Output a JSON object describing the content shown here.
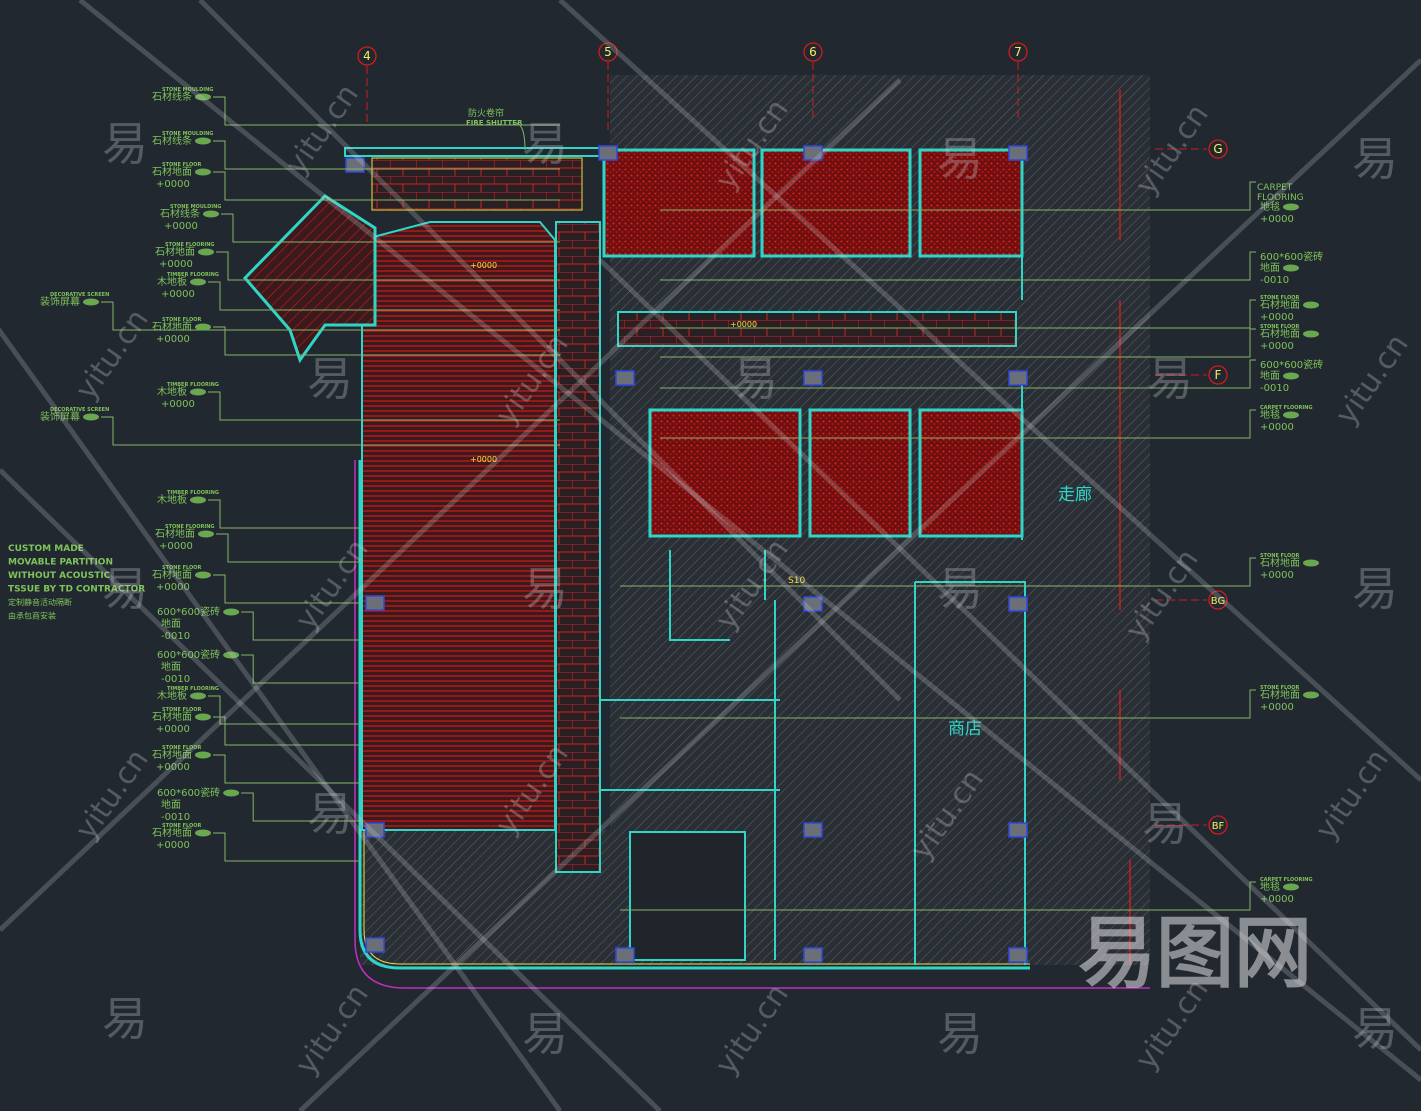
{
  "drawing": {
    "grid_bubbles": [
      "4",
      "5",
      "6",
      "7",
      "G",
      "F",
      "BG",
      "BF"
    ],
    "rooms": {
      "corridor": "走廊",
      "shop": "商店",
      "s10": "S10",
      "hall_elevation": "+0000",
      "upper_elevation": "+0000",
      "corridor_elevation": "+0000"
    },
    "fire_shutter": {
      "cn": "防火卷帘",
      "en": "FIRE SHUTTER"
    },
    "note": [
      "CUSTOM MADE",
      "MOVABLE PARTITION",
      "WITHOUT ACOUSTIC",
      "TSSUE BY TD CONTRACTOR",
      "定制静音活动隔断",
      "由承包商安装"
    ],
    "left_annotations": [
      {
        "code": "STONE MOULDING",
        "name": "石材线条",
        "elev": ""
      },
      {
        "code": "STONE MOULDING",
        "name": "石材线条",
        "elev": ""
      },
      {
        "code": "STONE FLOOR",
        "name": "石材地面",
        "elev": "+0000"
      },
      {
        "code": "STONE MOULDING",
        "name": "石材线条",
        "elev": "+0000"
      },
      {
        "code": "STONE FLOORING",
        "name": "石材地面",
        "elev": "+0000"
      },
      {
        "code": "TIMBER FLOORING",
        "name": "木地板",
        "elev": "+0000"
      },
      {
        "code": "DECORATIVE SCREEN",
        "name": "装饰屏幕",
        "elev": ""
      },
      {
        "code": "STONE FLOOR",
        "name": "石材地面",
        "elev": "+0000"
      },
      {
        "code": "TIMBER FLOORING",
        "name": "木地板",
        "elev": "+0000"
      },
      {
        "code": "DECORATIVE SCREEN",
        "name": "装饰屏幕",
        "elev": ""
      },
      {
        "code": "TIMBER FLOORING",
        "name": "木地板",
        "elev": ""
      },
      {
        "code": "STONE FLOORING",
        "name": "石材地面",
        "elev": "+0000"
      },
      {
        "code": "STONE FLOOR",
        "name": "石材地面",
        "elev": "+0000"
      },
      {
        "code": "",
        "name": "600*600瓷砖 地面",
        "elev": "-0010"
      },
      {
        "code": "",
        "name": "600*600瓷砖 地面",
        "elev": "-0010"
      },
      {
        "code": "TIMBER FLOORING",
        "name": "木地板",
        "elev": ""
      },
      {
        "code": "STONE FLOOR",
        "name": "石材地面",
        "elev": "+0000"
      },
      {
        "code": "STONE FLOOR",
        "name": "石材地面",
        "elev": "+0000"
      },
      {
        "code": "",
        "name": "600*600瓷砖 地面",
        "elev": "-0010"
      },
      {
        "code": "STONE FLOOR",
        "name": "石材地面",
        "elev": "+0000"
      }
    ],
    "right_annotations": [
      {
        "code": "CARPET FLOORING",
        "name": "地毯",
        "elev": "+0000"
      },
      {
        "code": "",
        "name": "600*600瓷砖 地面",
        "elev": "-0010"
      },
      {
        "code": "STONE FLOOR",
        "name": "石材地面",
        "elev": "+0000"
      },
      {
        "code": "STONE FLOOR",
        "name": "石材地面",
        "elev": "+0000"
      },
      {
        "code": "",
        "name": "600*600瓷砖 地面",
        "elev": "-0010"
      },
      {
        "code": "CARPET FLOORING",
        "name": "地毯",
        "elev": "+0000"
      },
      {
        "code": "STONE FLOOR",
        "name": "石材地面",
        "elev": "+0000"
      },
      {
        "code": "STONE FLOOR",
        "name": "石材地面",
        "elev": "+0000"
      },
      {
        "code": "CARPET FLOORING",
        "name": "地毯",
        "elev": "+0000"
      }
    ]
  },
  "watermark": {
    "glyph": "易",
    "domain": "yitu.cn",
    "logo": "易图网"
  },
  "colors": {
    "background": "#212830",
    "carpet": "#8a1414",
    "wall": "#2fd6c8",
    "wood": "#c81818",
    "leader": "#86b36a",
    "bubble": "#d01c1c",
    "bubble_text": "#f5f060"
  }
}
